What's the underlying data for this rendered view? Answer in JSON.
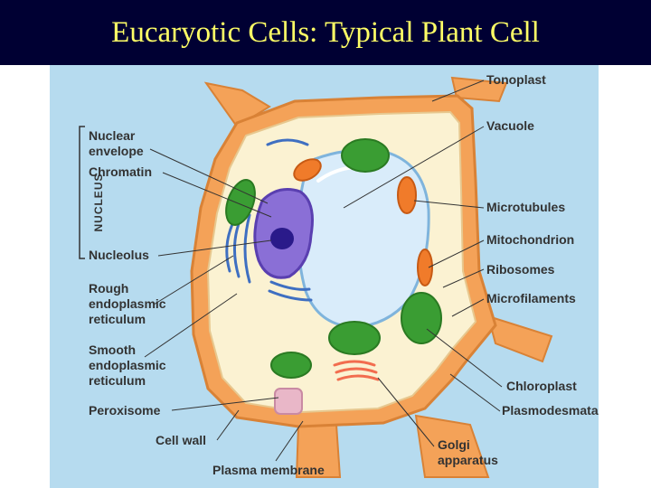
{
  "title": "Eucaryotic Cells: Typical Plant Cell",
  "group_label": "NUCLEUS",
  "labels": {
    "nuclear_envelope": "Nuclear envelope",
    "chromatin": "Chromatin",
    "nucleolus": "Nucleolus",
    "rough_er": "Rough endoplasmic reticulum",
    "smooth_er": "Smooth endoplasmic reticulum",
    "peroxisome": "Peroxisome",
    "cell_wall": "Cell wall",
    "plasma_membrane": "Plasma membrane",
    "tonoplast": "Tonoplast",
    "vacuole": "Vacuole",
    "microtubules": "Microtubules",
    "mitochondrion": "Mitochondrion",
    "ribosomes": "Ribosomes",
    "microfilaments": "Microfilaments",
    "chloroplast": "Chloroplast",
    "plasmodesmata": "Plasmodesmata",
    "golgi_apparatus": "Golgi apparatus"
  },
  "colors": {
    "title_bar": "#000033",
    "title_text": "#ffff66",
    "background": "#b6dbef",
    "cell_wall": "#f4a258",
    "cytoplasm": "#fbf2d2",
    "vacuole": "#d9ecfa",
    "nucleus": "#8a6fd6",
    "chloroplast": "#3a9d33",
    "mitochondrion": "#f07b2a",
    "label_text": "#333333"
  }
}
